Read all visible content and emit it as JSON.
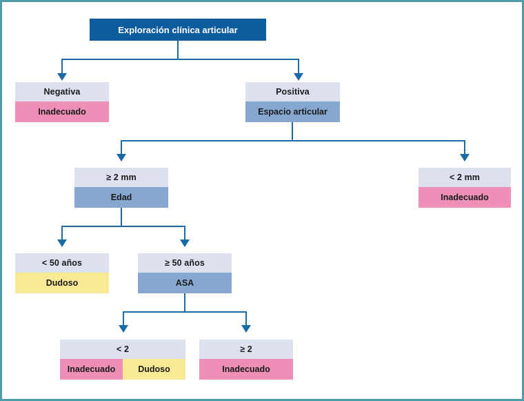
{
  "diagram": {
    "title": "Exploracion clinica articular decision tree",
    "border_color": "#4e9caa",
    "line_color": "#1b6aa8",
    "colors": {
      "root": "#0e5c9e",
      "header": "#dce0ef",
      "inadequate": "#ee8fb8",
      "doubtful": "#f8ea95",
      "branch": "#86a8d0"
    }
  },
  "root": {
    "label": "Exploración clínica articular"
  },
  "nodes": [
    {
      "id": "negativa",
      "header": "Negativa",
      "cells": [
        {
          "label": "Inadecuado",
          "tone": "pink"
        }
      ]
    },
    {
      "id": "positiva",
      "header": "Positiva",
      "cells": [
        {
          "label": "Espacio articular",
          "tone": "blue"
        }
      ]
    },
    {
      "id": "ge2mm",
      "header": "≥ 2 mm",
      "cells": [
        {
          "label": "Edad",
          "tone": "blue"
        }
      ]
    },
    {
      "id": "lt2mm",
      "header": "< 2 mm",
      "cells": [
        {
          "label": "Inadecuado",
          "tone": "pink"
        }
      ]
    },
    {
      "id": "lt50",
      "header": "< 50 años",
      "cells": [
        {
          "label": "Dudoso",
          "tone": "yellow"
        }
      ]
    },
    {
      "id": "ge50",
      "header": "≥ 50 años",
      "cells": [
        {
          "label": "ASA",
          "tone": "blue"
        }
      ]
    },
    {
      "id": "asalt2",
      "header": "< 2",
      "cells": [
        {
          "label": "Inadecuado",
          "tone": "pink"
        },
        {
          "label": "Dudoso",
          "tone": "yellow"
        }
      ]
    },
    {
      "id": "asage2",
      "header": "≥ 2",
      "cells": [
        {
          "label": "Inadecuado",
          "tone": "pink"
        }
      ]
    }
  ]
}
